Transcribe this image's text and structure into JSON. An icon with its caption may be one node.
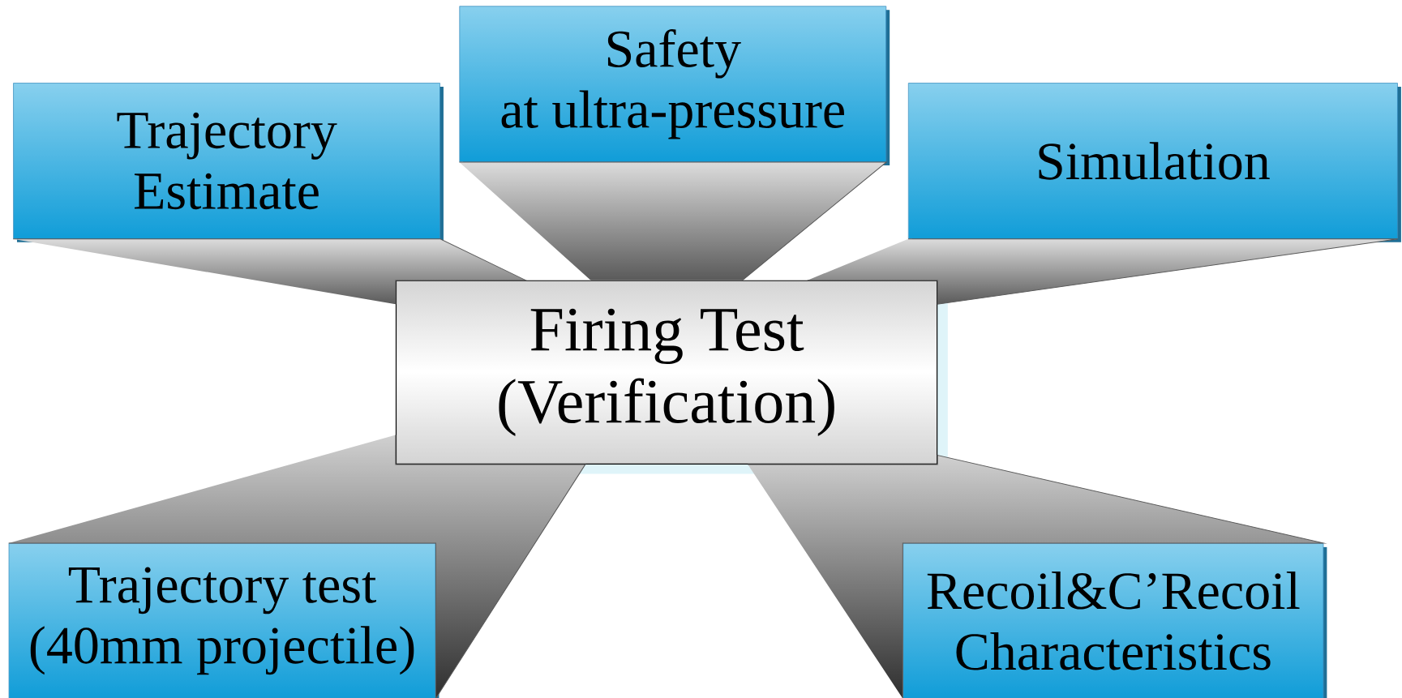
{
  "diagram": {
    "nodes": [
      {
        "text": [
          "Trajectory Estimate"
        ]
      },
      {
        "text": [
          "Safety at ultra-pressure"
        ]
      },
      {
        "text": [
          "Simulation"
        ]
      },
      {
        "text": [
          "Firing Test (Verification)"
        ]
      },
      {
        "text": [
          "Trajectory test (40mm projectile)"
        ]
      },
      {
        "text": [
          "Recoil&C’Recoil Characteristics"
        ]
      }
    ],
    "edges": [
      {
        "from": 3,
        "to": 0,
        "arrow": "none"
      },
      {
        "from": 3,
        "to": 1,
        "arrow": "none"
      },
      {
        "from": 3,
        "to": 2,
        "arrow": "none"
      },
      {
        "from": 3,
        "to": 4,
        "arrow": "none"
      },
      {
        "from": 3,
        "to": 5,
        "arrow": "none"
      }
    ]
  }
}
